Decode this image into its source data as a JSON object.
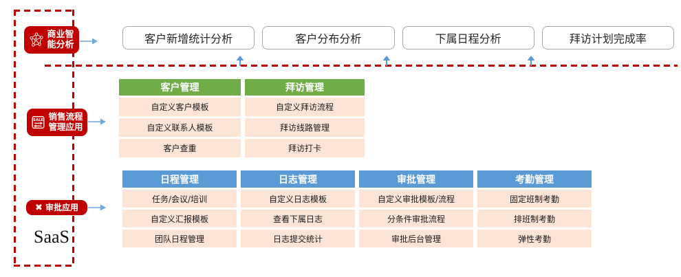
{
  "colors": {
    "red": "#c00000",
    "green_header": "#70ad47",
    "blue_header": "#5b9bd5",
    "cell_peach": "#fce4d6",
    "arrow_blue": "#5b9bd5",
    "box_border_gray": "#a6a6a6"
  },
  "saas_label": "SaaS",
  "side_labels": [
    {
      "id": "bi",
      "icon": "network-graph-icon",
      "lines": [
        "商业智",
        "能分析"
      ]
    },
    {
      "id": "sales",
      "icon": "sale-exchange-icon",
      "icon_text": "SALE",
      "lines": [
        "销售流程",
        "管理应用"
      ]
    },
    {
      "id": "approval",
      "icon": "crossed-tools-icon",
      "icon_glyph": "✖",
      "lines": [
        "审批应用"
      ]
    }
  ],
  "analysis_boxes": [
    "客户新增统计分析",
    "客户分布分析",
    "下属日程分析",
    "拜访计划完成率"
  ],
  "sales_modules": {
    "columns": [
      {
        "header": "客户管理",
        "rows": [
          "自定义客户模板",
          "自定义联系人模板",
          "客户查重"
        ]
      },
      {
        "header": "拜访管理",
        "rows": [
          "自定义拜访流程",
          "拜访线路管理",
          "拜访打卡"
        ]
      }
    ]
  },
  "approval_modules": {
    "columns": [
      {
        "header": "日程管理",
        "rows": [
          "任务/会议/培训",
          "自定义汇报模板",
          "团队日程管理"
        ]
      },
      {
        "header": "日志管理",
        "rows": [
          "自定义日志模板",
          "查看下属日志",
          "日志提交统计"
        ]
      },
      {
        "header": "审批管理",
        "rows": [
          "自定义审批模板/流程",
          "分条件审批流程",
          "审批后台管理"
        ]
      },
      {
        "header": "考勤管理",
        "rows": [
          "固定班制考勤",
          "排班制考勤",
          "弹性考勤"
        ]
      }
    ]
  },
  "icons": {
    "bi": "network-graph-icon",
    "sales": "sale-exchange-icon",
    "approval": "crossed-tools-icon",
    "connector_right": "arrow-right-icon",
    "connector_up": "arrow-up-icon"
  }
}
